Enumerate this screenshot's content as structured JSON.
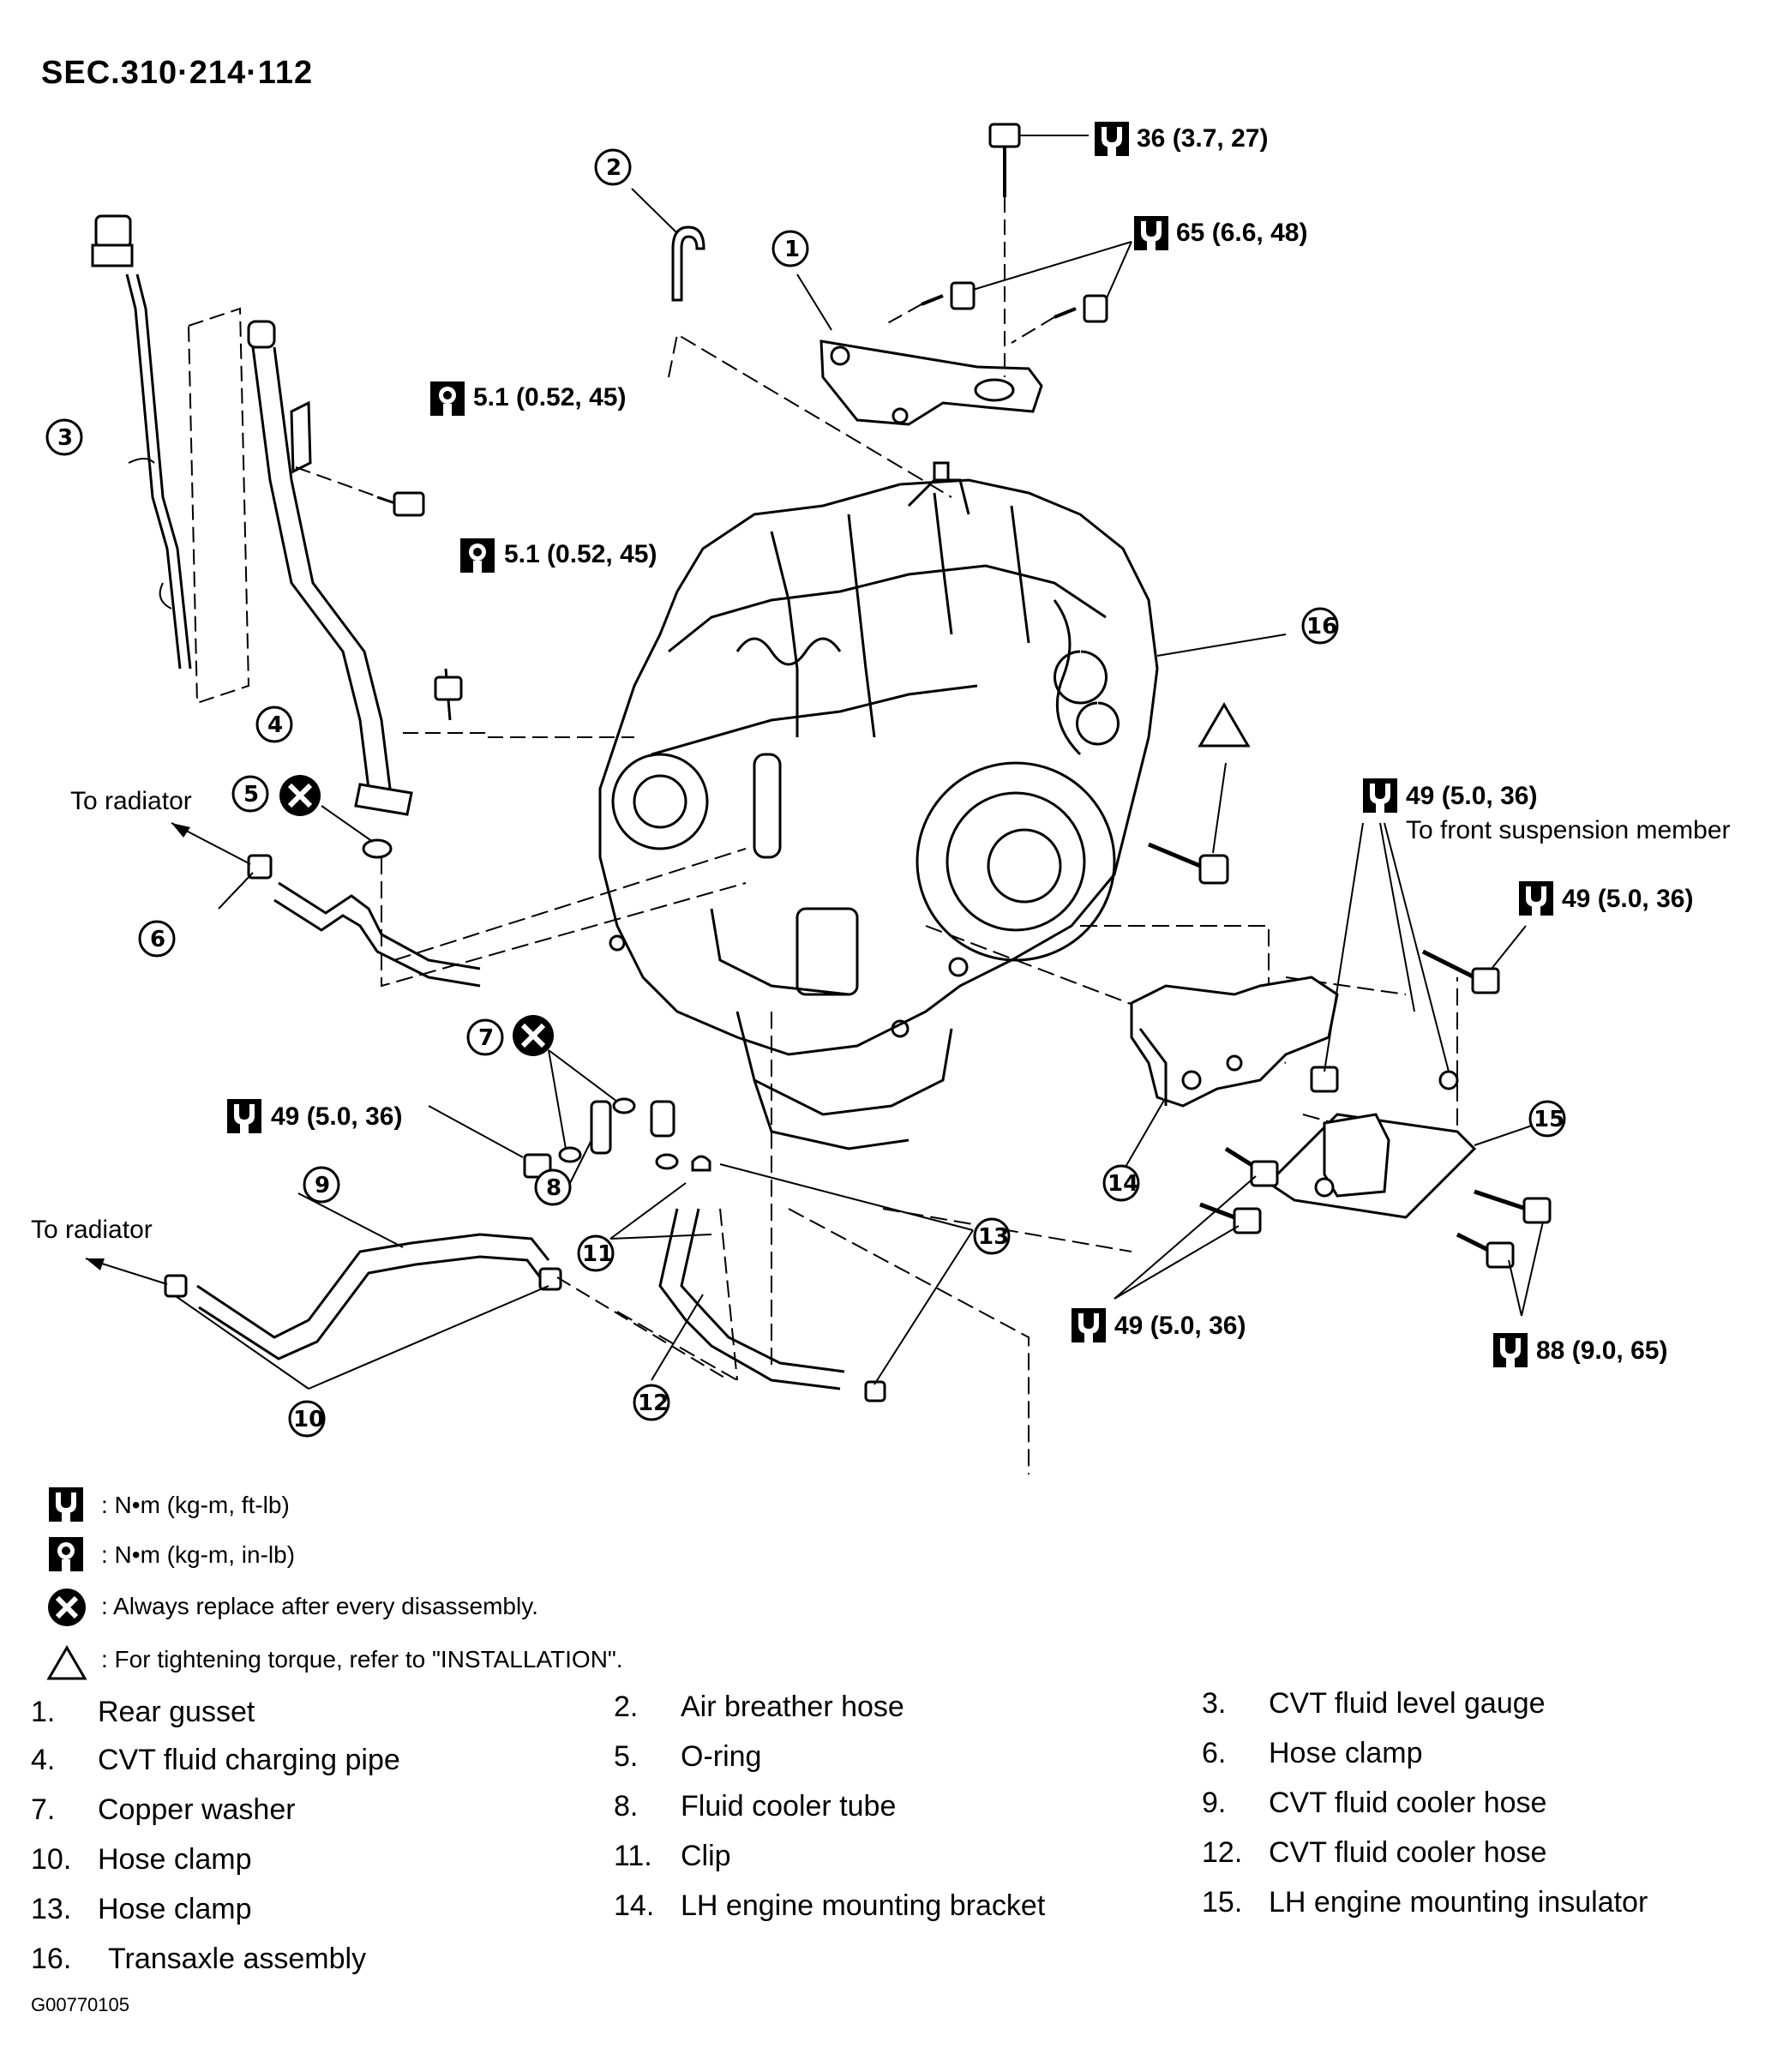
{
  "section": "SEC.310·214·112",
  "callouts": [
    "1",
    "2",
    "3",
    "4",
    "5",
    "6",
    "7",
    "8",
    "9",
    "10",
    "11",
    "12",
    "13",
    "14",
    "15",
    "16"
  ],
  "torques": {
    "t36": "36 (3.7, 27)",
    "t65": "65 (6.6, 48)",
    "t51a": "5.1 (0.52, 45)",
    "t51b": "5.1 (0.52, 45)",
    "t49a": "49 (5.0, 36)",
    "t49b": "49 (5.0, 36)",
    "t49c": "49 (5.0, 36)",
    "t49d": "49 (5.0, 36)",
    "t88": "88 (9.0, 65)"
  },
  "notes": {
    "to_radiator_1": "To radiator",
    "to_radiator_2": "To radiator",
    "to_front_suspension": "To front suspension member"
  },
  "legend": {
    "ftlb": ": N•m (kg-m, ft-lb)",
    "inlb": ": N•m (kg-m, in-lb)",
    "replace": ": Always replace after every disassembly.",
    "install": ": For tightening torque, refer to \"INSTALLATION\"."
  },
  "parts": [
    {
      "num": "1.",
      "name": "Rear gusset"
    },
    {
      "num": "2.",
      "name": "Air breather hose"
    },
    {
      "num": "3.",
      "name": "CVT fluid level gauge"
    },
    {
      "num": "4.",
      "name": "CVT fluid charging pipe"
    },
    {
      "num": "5.",
      "name": "O-ring"
    },
    {
      "num": "6.",
      "name": "Hose clamp"
    },
    {
      "num": "7.",
      "name": "Copper washer"
    },
    {
      "num": "8.",
      "name": "Fluid cooler tube"
    },
    {
      "num": "9.",
      "name": "CVT fluid cooler hose"
    },
    {
      "num": "10.",
      "name": "Hose clamp"
    },
    {
      "num": "11.",
      "name": "Clip"
    },
    {
      "num": "12.",
      "name": "CVT fluid cooler hose"
    },
    {
      "num": "13.",
      "name": "Hose clamp"
    },
    {
      "num": "14.",
      "name": "LH engine mounting bracket"
    },
    {
      "num": "15.",
      "name": "LH engine mounting insulator"
    },
    {
      "num": "16.",
      "name": "Transaxle assembly"
    }
  ],
  "figure_code": "G00770105"
}
